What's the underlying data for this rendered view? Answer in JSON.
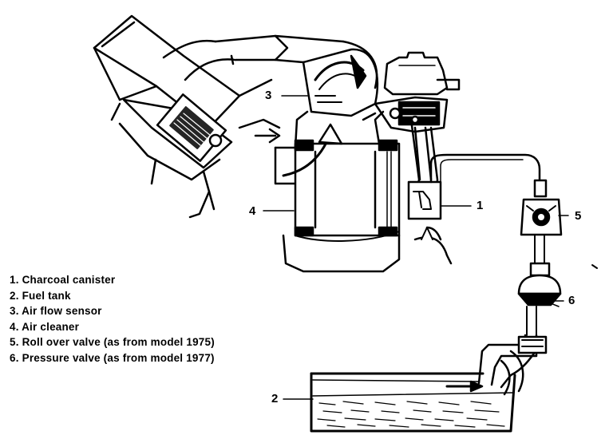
{
  "callouts": {
    "c1": "1",
    "c2": "2",
    "c3": "3",
    "c4": "4",
    "c5": "5",
    "c6": "6"
  },
  "legend": [
    "1. Charcoal canister",
    "2. Fuel tank",
    "3. Air flow sensor",
    "4. Air cleaner",
    "5. Roll over valve (as from model 1975)",
    "6. Pressure valve (as from model 1977)"
  ],
  "colors": {
    "ink": "#000000",
    "paper": "#ffffff"
  }
}
